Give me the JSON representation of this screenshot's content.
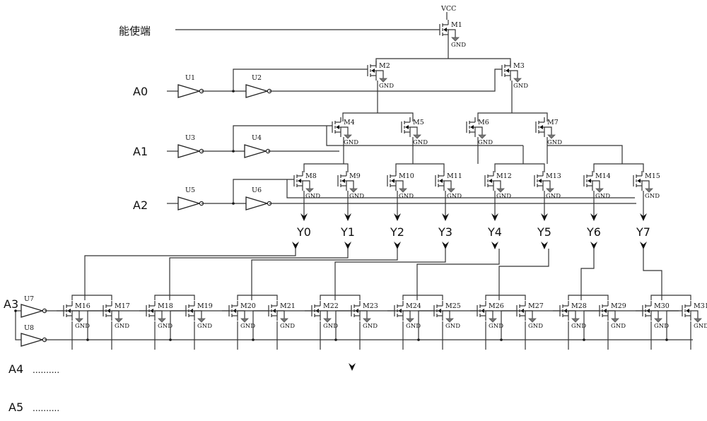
{
  "labels": {
    "enable": "能使端",
    "vcc": "VCC",
    "gnd": "GND",
    "inputs": [
      "A0",
      "A1",
      "A2",
      "A3"
    ],
    "extra_inputs": [
      "A4",
      "A5"
    ],
    "ellipsis": "..........",
    "outputs": [
      "Y0",
      "Y1",
      "Y2",
      "Y3",
      "Y4",
      "Y5",
      "Y6",
      "Y7"
    ],
    "inverters": [
      "U1",
      "U2",
      "U3",
      "U4",
      "U5",
      "U6",
      "U7",
      "U8"
    ],
    "transistors": [
      "M1",
      "M2",
      "M3",
      "M4",
      "M5",
      "M6",
      "M7",
      "M8",
      "M9",
      "M10",
      "M11",
      "M12",
      "M13",
      "M14",
      "M15",
      "M16",
      "M17",
      "M18",
      "M19",
      "M20",
      "M21",
      "M22",
      "M23",
      "M24",
      "M25",
      "M26",
      "M27",
      "M28",
      "M29",
      "M30",
      "M31"
    ]
  }
}
